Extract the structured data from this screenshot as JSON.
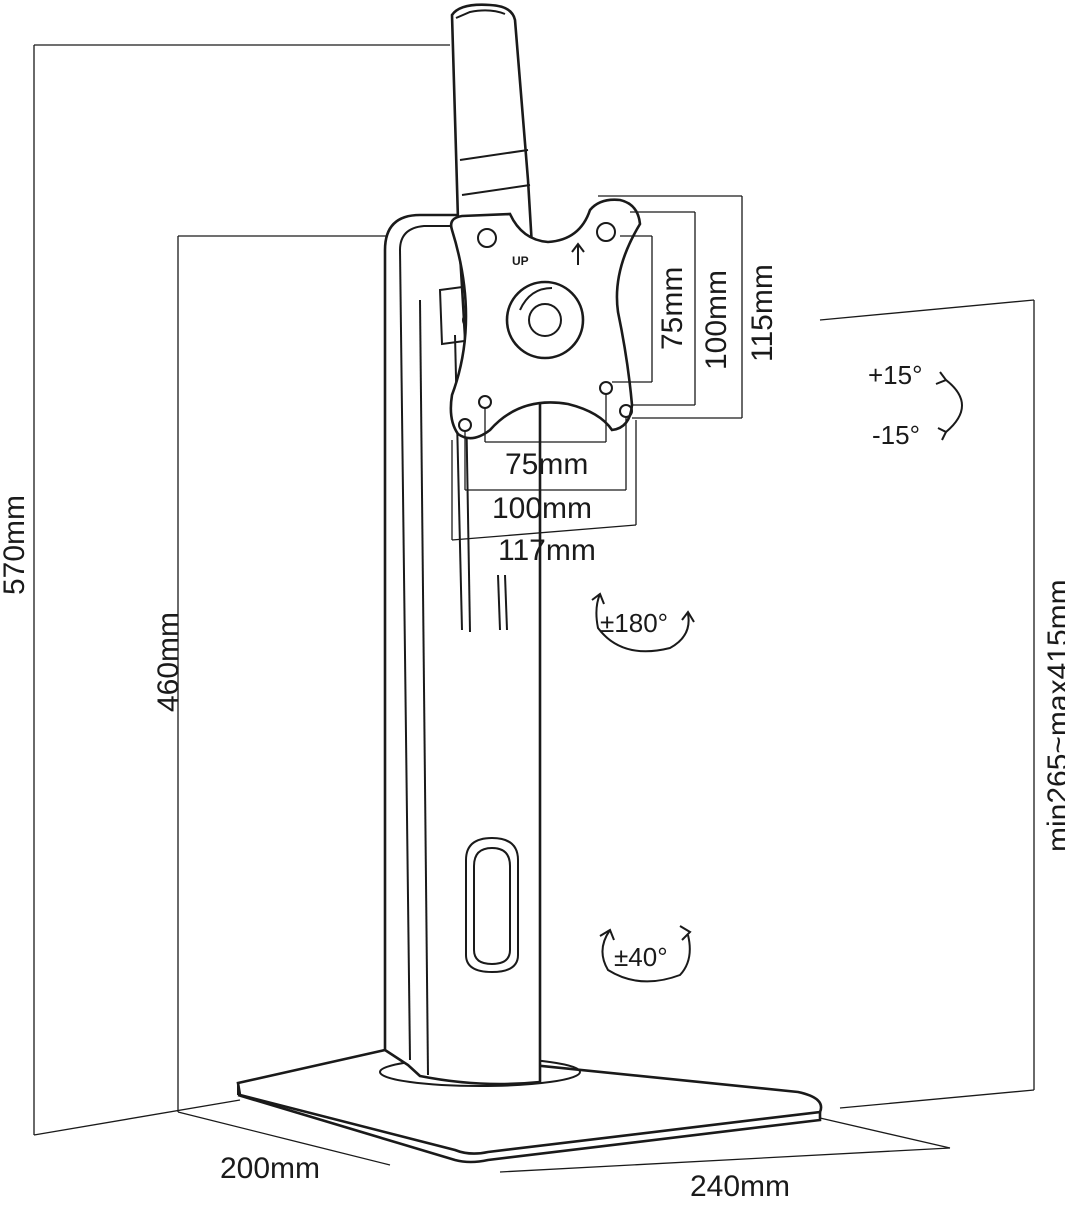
{
  "dimensions": {
    "total_height": "570mm",
    "column_height": "460mm",
    "height_range": "min265~max415mm",
    "vesa_v_75": "75mm",
    "vesa_v_100": "100mm",
    "vesa_v_115": "115mm",
    "vesa_h_75": "75mm",
    "vesa_h_100": "100mm",
    "vesa_h_117": "117mm",
    "base_depth": "200mm",
    "base_width": "240mm"
  },
  "angles": {
    "tilt_up": "+15°",
    "tilt_down": "-15°",
    "rotate": "±180°",
    "swivel": "±40°"
  },
  "plate_labels": {
    "up_text": "UP"
  },
  "icons": {
    "up_arrow": "up-arrow-icon",
    "tilt_arrow": "curved-arrow-icon",
    "rotate_arrow": "circular-arrow-icon"
  }
}
